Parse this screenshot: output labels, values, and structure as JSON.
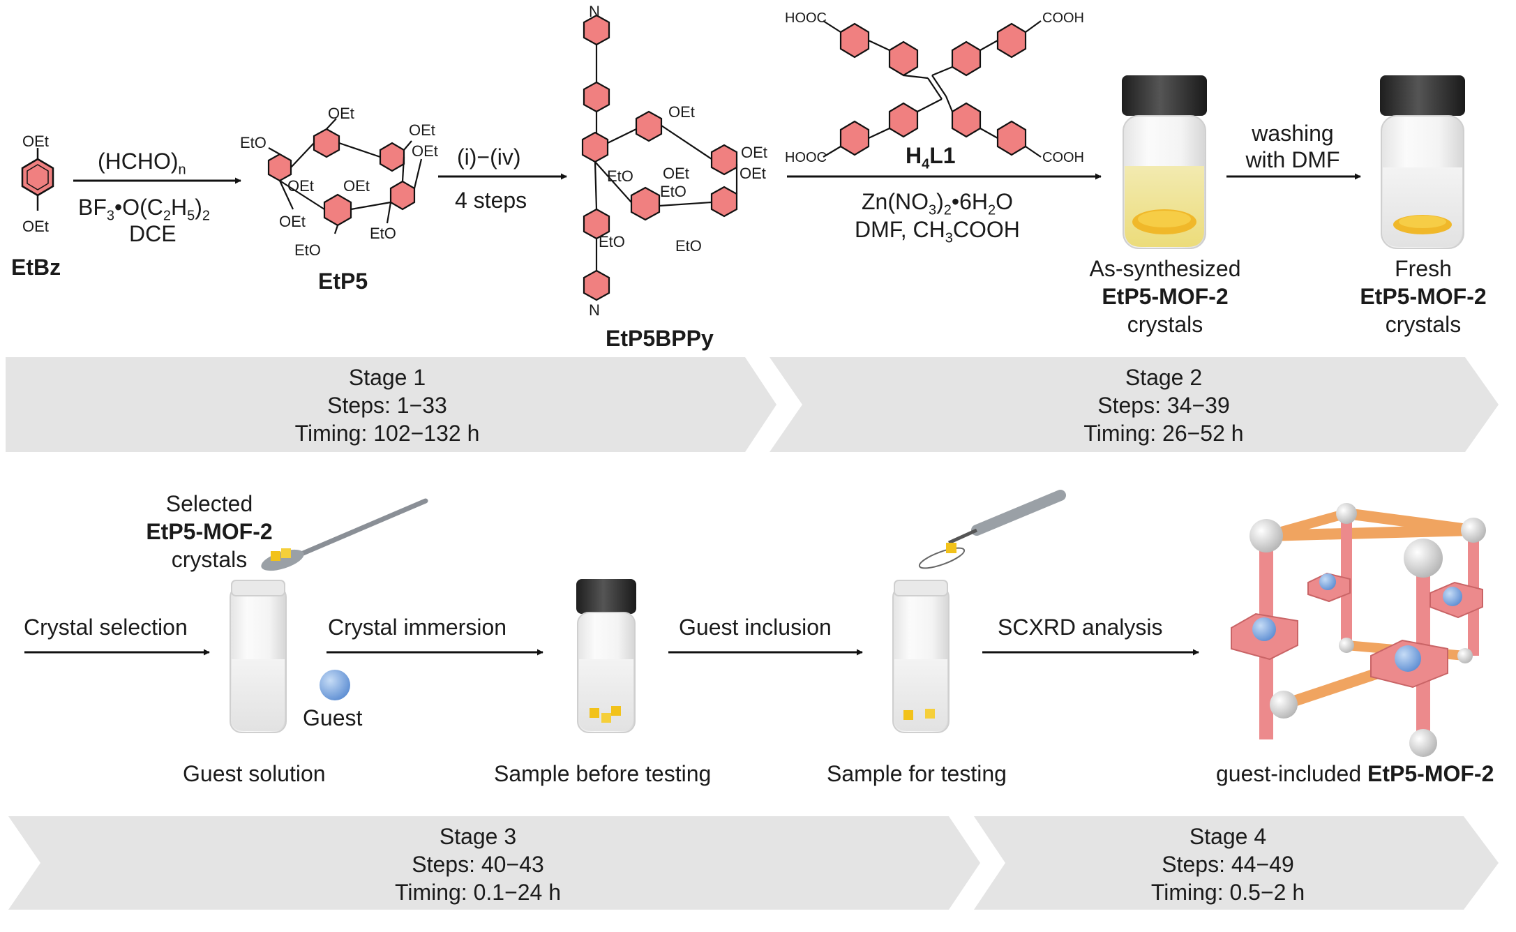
{
  "row1": {
    "etbz": {
      "name": "EtBz",
      "sub_top": "OEt",
      "sub_bottom": "OEt"
    },
    "reagent1": {
      "top_base": "(HCHO)",
      "top_sub": "n",
      "mid_a": "BF",
      "mid_b": "3",
      "mid_c": "•O(C",
      "mid_d": "2",
      "mid_e": "H",
      "mid_f": "5",
      "mid_g": ")",
      "mid_h": "2",
      "bottom": "DCE"
    },
    "etp5": {
      "name": "EtP5",
      "substituent": "OEt",
      "substituent_b": "EtO"
    },
    "reagent2": {
      "top": "(i)−(iv)",
      "bottom": "4 steps"
    },
    "etp5bppy": {
      "name": "EtP5BPPy",
      "n_atom": "N",
      "substituent": "OEt",
      "substituent_b": "EtO"
    },
    "h4l1": {
      "name_a": "H",
      "name_sub": "4",
      "name_b": "L1",
      "cooh": "COOH",
      "hooc": "HOOC"
    },
    "reagent3": {
      "line1_a": "Zn(NO",
      "line1_s1": "3",
      "line1_b": ")",
      "line1_s2": "2",
      "line1_c": "•6H",
      "line1_s3": "2",
      "line1_d": "O",
      "line2_a": "DMF, CH",
      "line2_s": "3",
      "line2_b": "COOH"
    },
    "as_synth": {
      "line1": "As-synthesized",
      "line2": "EtP5-MOF-2",
      "line3": "crystals"
    },
    "washing": {
      "line1": "washing",
      "line2": "with DMF"
    },
    "fresh": {
      "line1": "Fresh",
      "line2": "EtP5-MOF-2",
      "line3": "crystals"
    }
  },
  "stages": [
    {
      "title": "Stage 1",
      "steps": "Steps: 1−33",
      "timing": "Timing: 102−132 h"
    },
    {
      "title": "Stage 2",
      "steps": "Steps: 34−39",
      "timing": "Timing: 26−52 h"
    },
    {
      "title": "Stage 3",
      "steps": "Steps: 40−43",
      "timing": "Timing: 0.1−24 h"
    },
    {
      "title": "Stage 4",
      "steps": "Steps: 44−49",
      "timing": "Timing: 0.5−2 h"
    }
  ],
  "row3": {
    "selected": {
      "line1": "Selected",
      "line2": "EtP5-MOF-2",
      "line3": "crystals"
    },
    "crystal_selection": "Crystal selection",
    "crystal_immersion": "Crystal immersion",
    "guest_inclusion": "Guest inclusion",
    "scxrd": "SCXRD analysis",
    "guest": "Guest",
    "guest_solution": "Guest solution",
    "sample_before": "Sample before testing",
    "sample_for": "Sample for testing",
    "guest_included_a": "guest-included ",
    "guest_included_b": "EtP5-MOF-2"
  },
  "colors": {
    "ring_fill": "#f08080",
    "arrow_bg": "#e4e4e4",
    "mof_pink": "#ec8a8c",
    "mof_orange": "#f0a460",
    "guest_blue": "#7fa8e0",
    "crystal_yellow": "#f0c020"
  }
}
